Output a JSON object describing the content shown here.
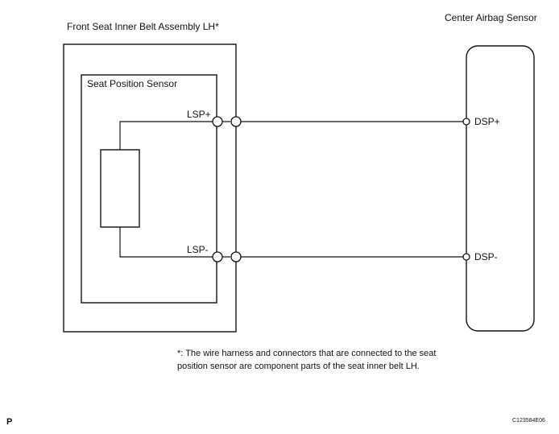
{
  "labels": {
    "assembly_title": "Front Seat Inner Belt Assembly LH*",
    "sensor_title": "Center Airbag Sensor",
    "seat_position_sensor": "Seat Position Sensor",
    "lsp_plus": "LSP+",
    "lsp_minus": "LSP-",
    "dsp_plus": "DSP+",
    "dsp_minus": "DSP-"
  },
  "footnote": {
    "line1": "*: The wire harness and connectors that are connected to the seat",
    "line2": "position sensor are component parts of the seat inner belt LH."
  },
  "corner": {
    "left": "P",
    "right": "C123584E06"
  }
}
